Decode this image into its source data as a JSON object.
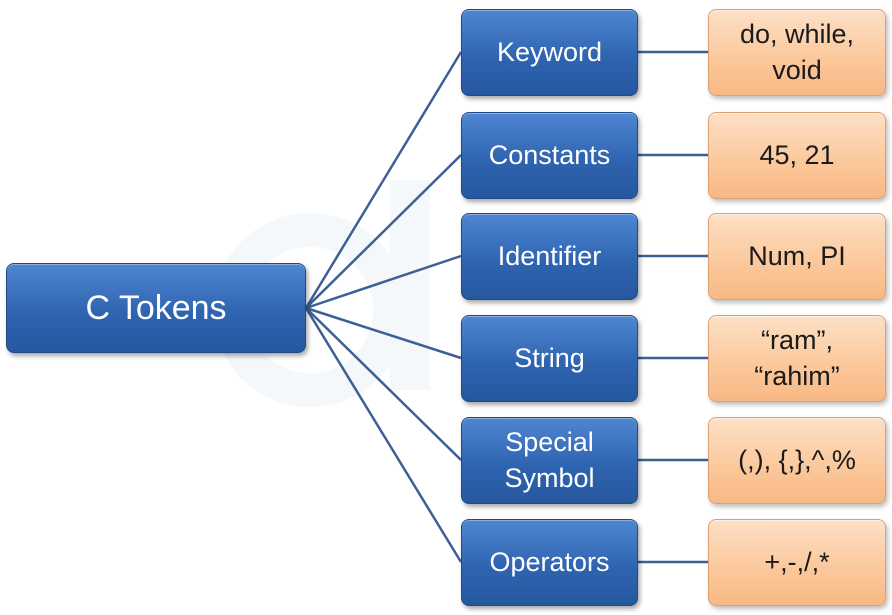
{
  "root": {
    "label": "C Tokens"
  },
  "categories": [
    {
      "label": "Keyword",
      "example": "do, while, void"
    },
    {
      "label": "Constants",
      "example": "45, 21"
    },
    {
      "label": "Identifier",
      "example": "Num, PI"
    },
    {
      "label": "String",
      "example": "“ram”, “rahim”"
    },
    {
      "label": "Special Symbol",
      "example": "(,), {,},^,%"
    },
    {
      "label": "Operators",
      "example": "+,-,/,*"
    }
  ],
  "colors": {
    "category_fill": "#2f64b1",
    "example_fill": "#fbc79a",
    "connector": "#3d5f96"
  }
}
